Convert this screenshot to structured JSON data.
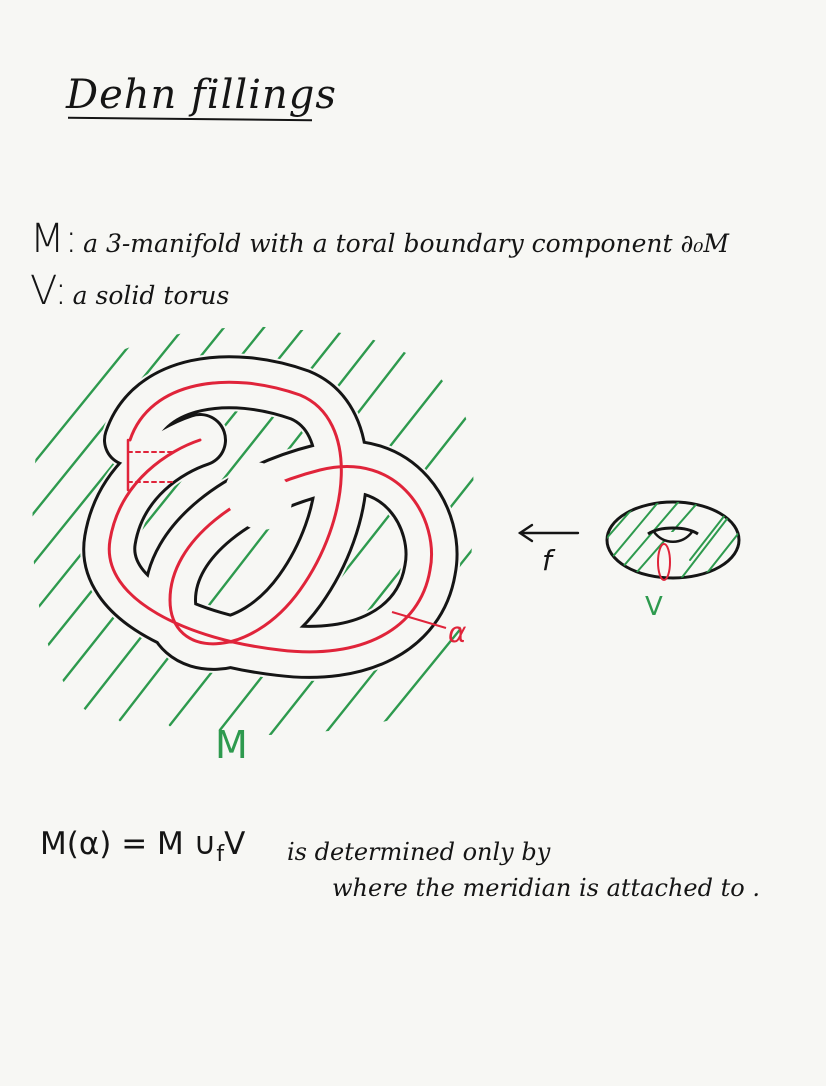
{
  "title": "Dehn fillings",
  "definitions": [
    {
      "symbol": "M:",
      "text": "a 3-manifold with a toral boundary component ∂₀M"
    },
    {
      "symbol": "V:",
      "text": "a solid torus"
    }
  ],
  "figure": {
    "label_M": "M",
    "label_alpha": "α",
    "label_f": "f",
    "label_V": "V",
    "colors": {
      "ink": "#151515",
      "hatch": "#2e9a4e",
      "curve": "#e0243a"
    }
  },
  "formula": {
    "lhs": "M(α) = M ∪",
    "subscript": "f",
    "rhs": "V"
  },
  "description": [
    "is determined only by",
    "where the meridian is attached to ."
  ]
}
